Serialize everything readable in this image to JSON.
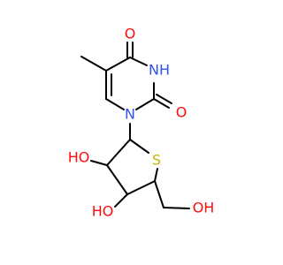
{
  "colors": {
    "background": "#ffffff",
    "bond": "#000000",
    "oxygen": "#ff0d0d",
    "nitrogen": "#3050f8",
    "sulfur": "#c8b400"
  },
  "atoms": {
    "o_top": "O",
    "nh": "NH",
    "o_right": "O",
    "n_ring": "N",
    "s_ring": "S",
    "ho_upper": "HO",
    "ho_lower": "HO",
    "oh_right": "OH"
  }
}
